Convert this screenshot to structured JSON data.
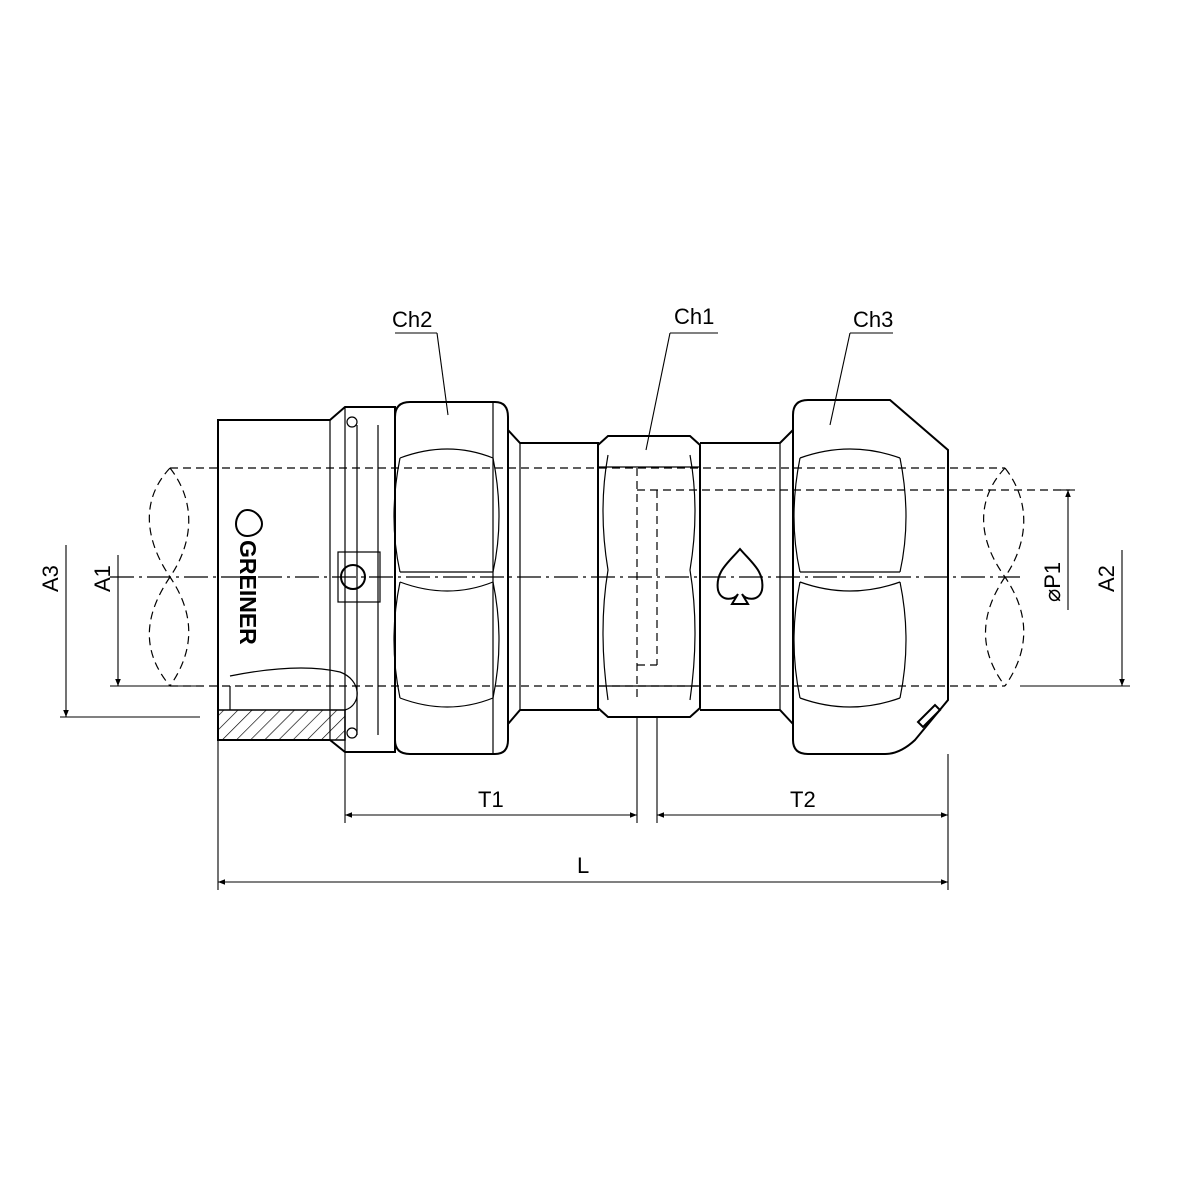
{
  "drawing": {
    "brand_text": "GREINER",
    "labels": {
      "ch1": "Ch1",
      "ch2": "Ch2",
      "ch3": "Ch3",
      "a1": "A1",
      "a2": "A2",
      "a3": "A3",
      "p1": "⌀P1",
      "t1": "T1",
      "t2": "T2",
      "l": "L"
    }
  }
}
